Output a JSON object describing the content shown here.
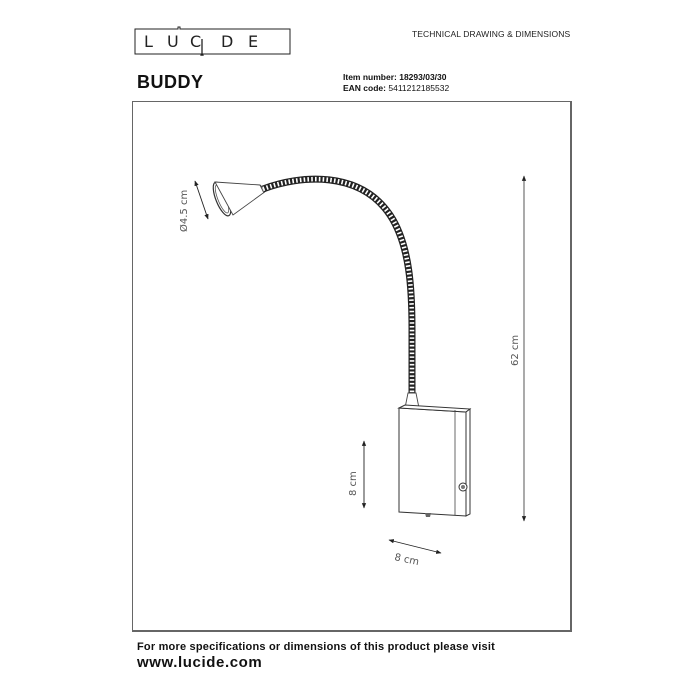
{
  "header": {
    "brand": "LUCIDE",
    "brand_letters": [
      "L",
      "U",
      "C",
      "I",
      "D",
      "E"
    ],
    "document_type": "TECHNICAL DRAWING & DIMENSIONS"
  },
  "product": {
    "name": "BUDDY",
    "item_number_label": "Item number:",
    "item_number": "18293/03/30",
    "ean_label": "EAN code:",
    "ean": "5411212185532"
  },
  "drawing": {
    "subject": "flexible arm wall lamp with square base",
    "dimensions": {
      "head_diameter": "Ø4.5 cm",
      "total_height": "62 cm",
      "base_height": "8 cm",
      "base_width": "8 cm"
    },
    "colors": {
      "line": "#333333",
      "frame": "#666666",
      "dim_text": "#555555"
    }
  },
  "footer": {
    "note": "For more specifications or dimensions of this product please visit",
    "url": "www.lucide.com"
  }
}
